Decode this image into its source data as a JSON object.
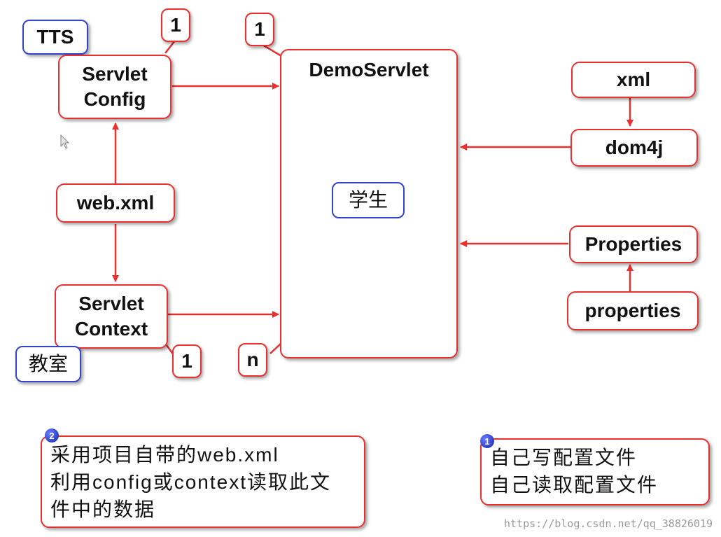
{
  "nodes": {
    "tts": "TTS",
    "servlet_config": [
      "Servlet",
      "Config"
    ],
    "web_xml": "web.xml",
    "servlet_context": [
      "Servlet",
      "Context"
    ],
    "classroom": "教室",
    "demo_servlet": "DemoServlet",
    "student": "学生",
    "xml": "xml",
    "dom4j": "dom4j",
    "properties_class": "Properties",
    "properties_file": "properties"
  },
  "callouts": {
    "config_count": "1",
    "servlet_top_count": "1",
    "context_count": "1",
    "servlet_bottom_count": "n"
  },
  "notes": {
    "builtin": {
      "badge": "2",
      "lines": [
        "采用项目自带的web.xml",
        "利用config或context读取此文",
        "件中的数据"
      ]
    },
    "custom": {
      "badge": "1",
      "lines": [
        "自己写配置文件",
        "自己读取配置文件"
      ]
    }
  },
  "watermark": "https://blog.csdn.net/qq_38826019",
  "colors": {
    "arrow": "#e8302f",
    "box_border": "#e8302f",
    "tag_border": "#3344cc"
  }
}
